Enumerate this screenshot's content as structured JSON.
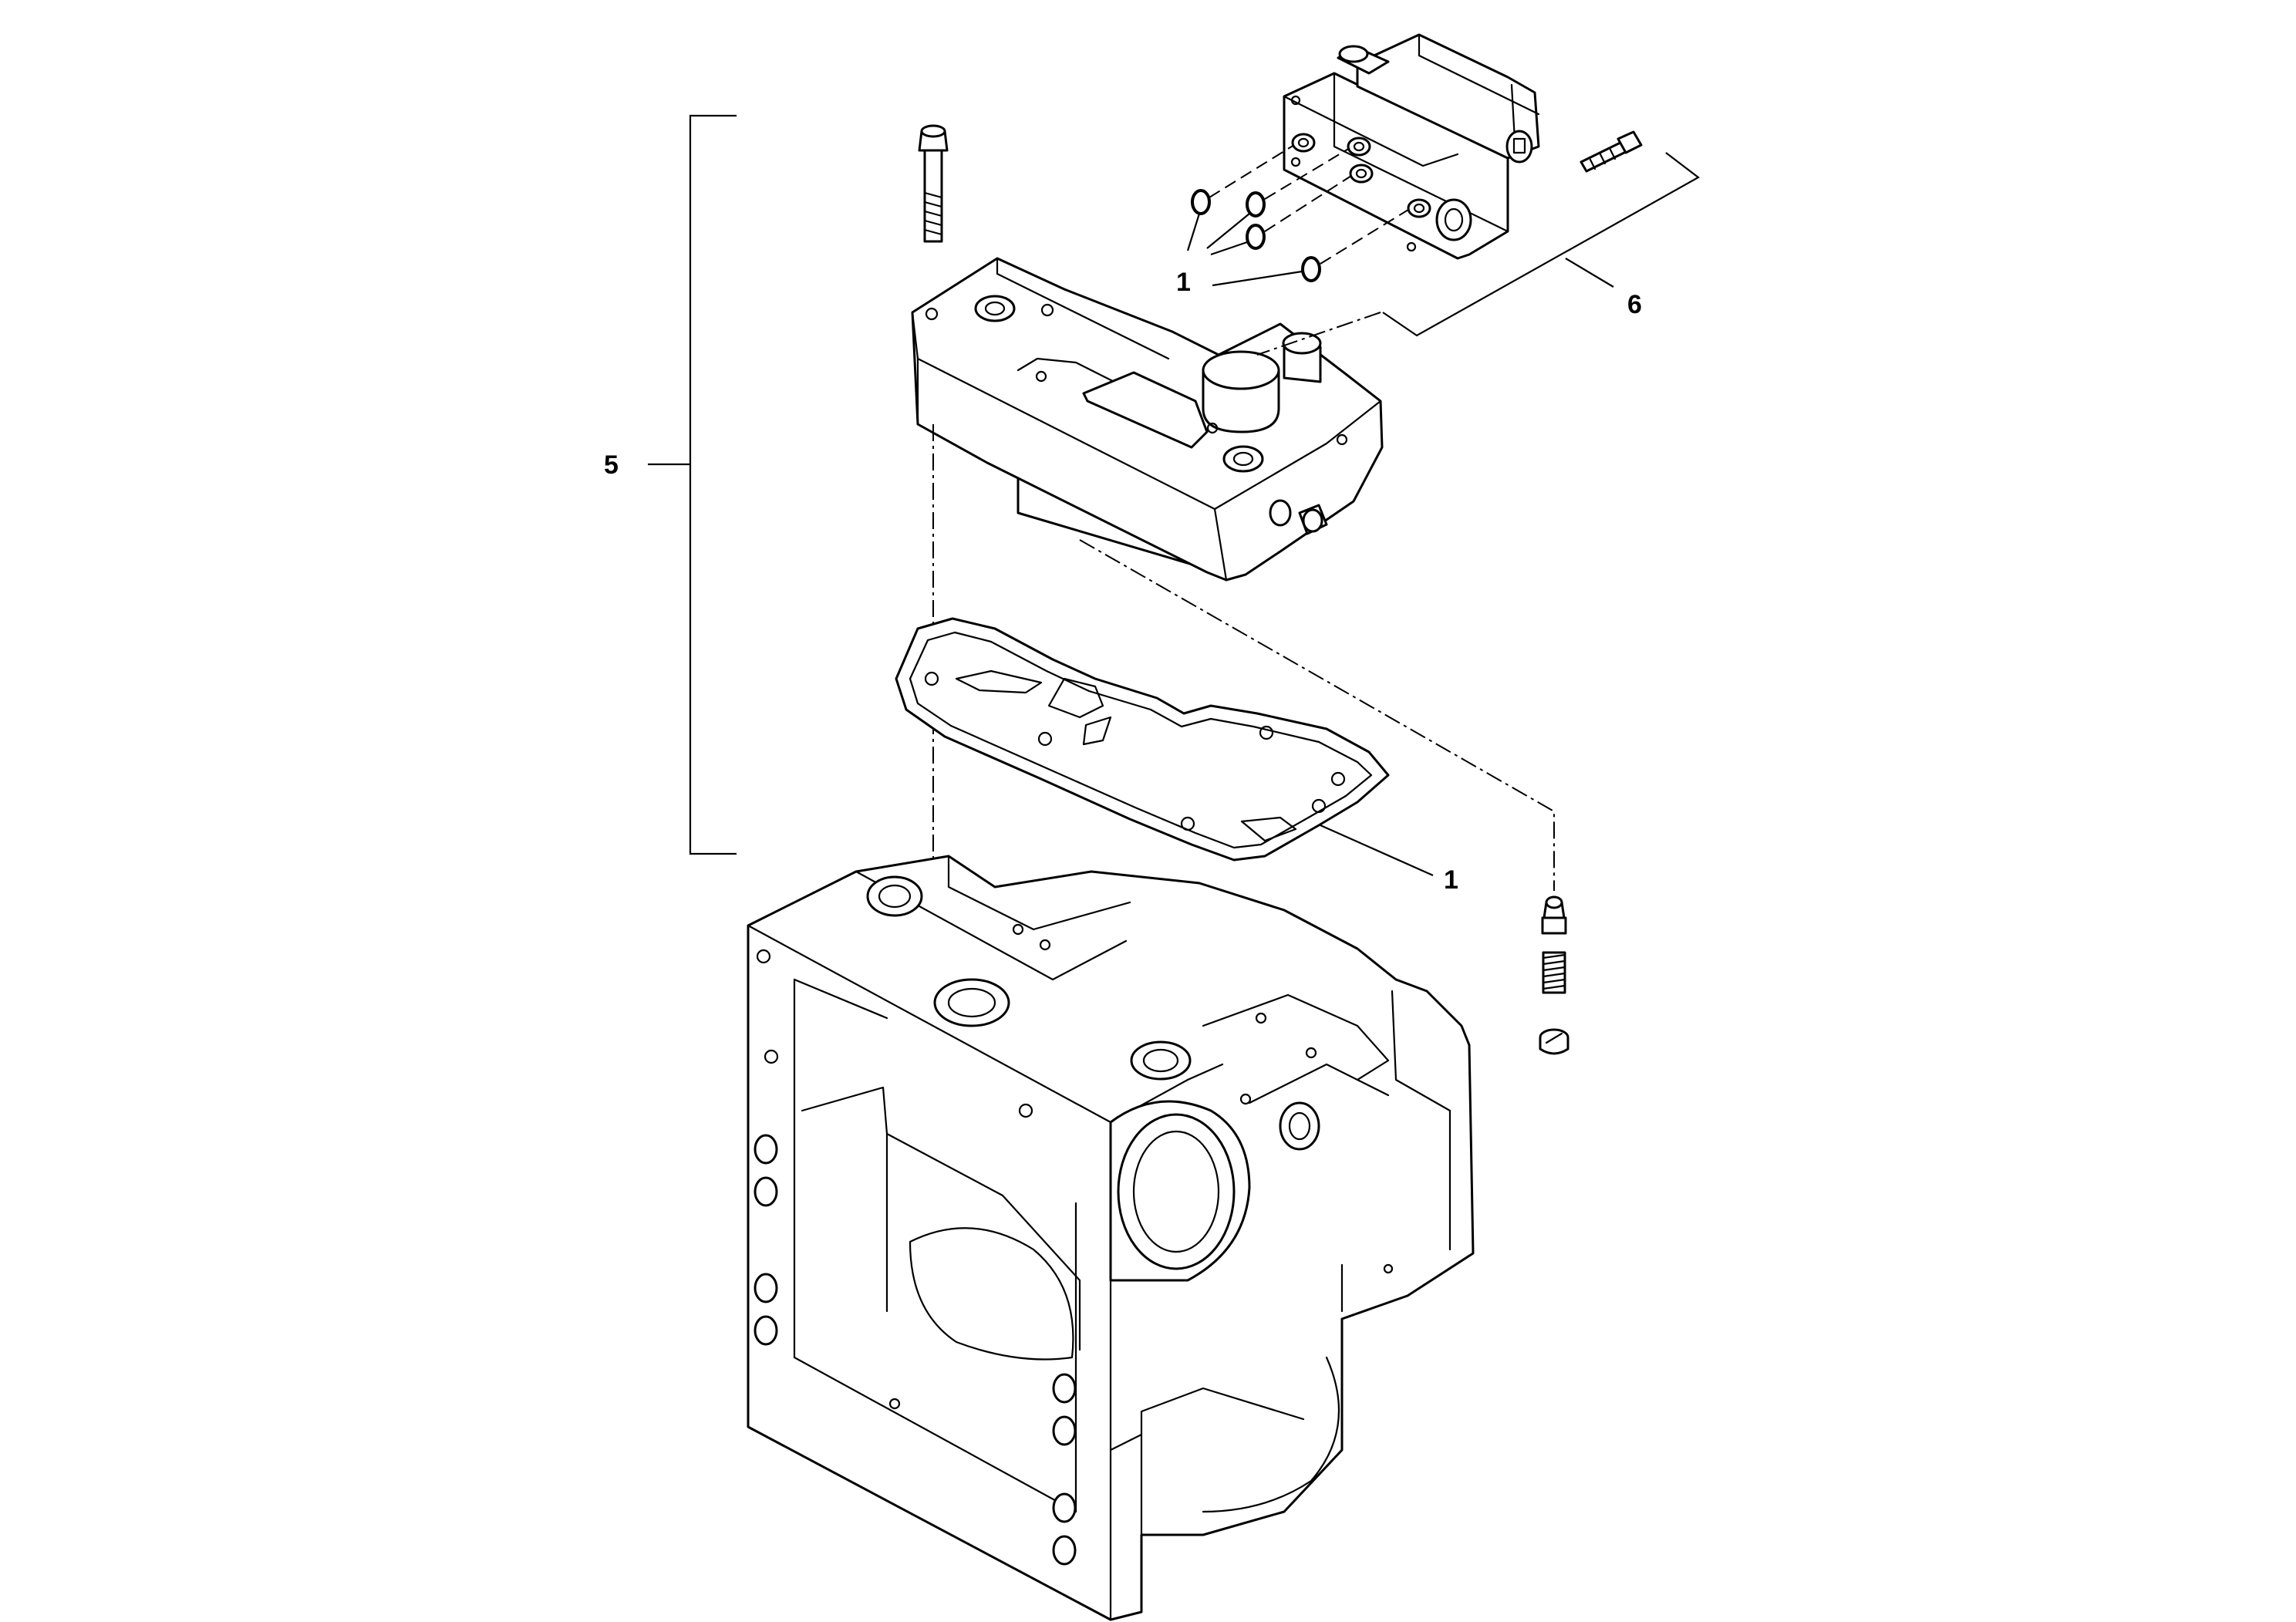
{
  "callouts": {
    "gasket": "1",
    "orings": "1",
    "assembly": "5",
    "valve_kit": "6"
  },
  "colors": {
    "line": "#000000",
    "background": "#ffffff"
  }
}
